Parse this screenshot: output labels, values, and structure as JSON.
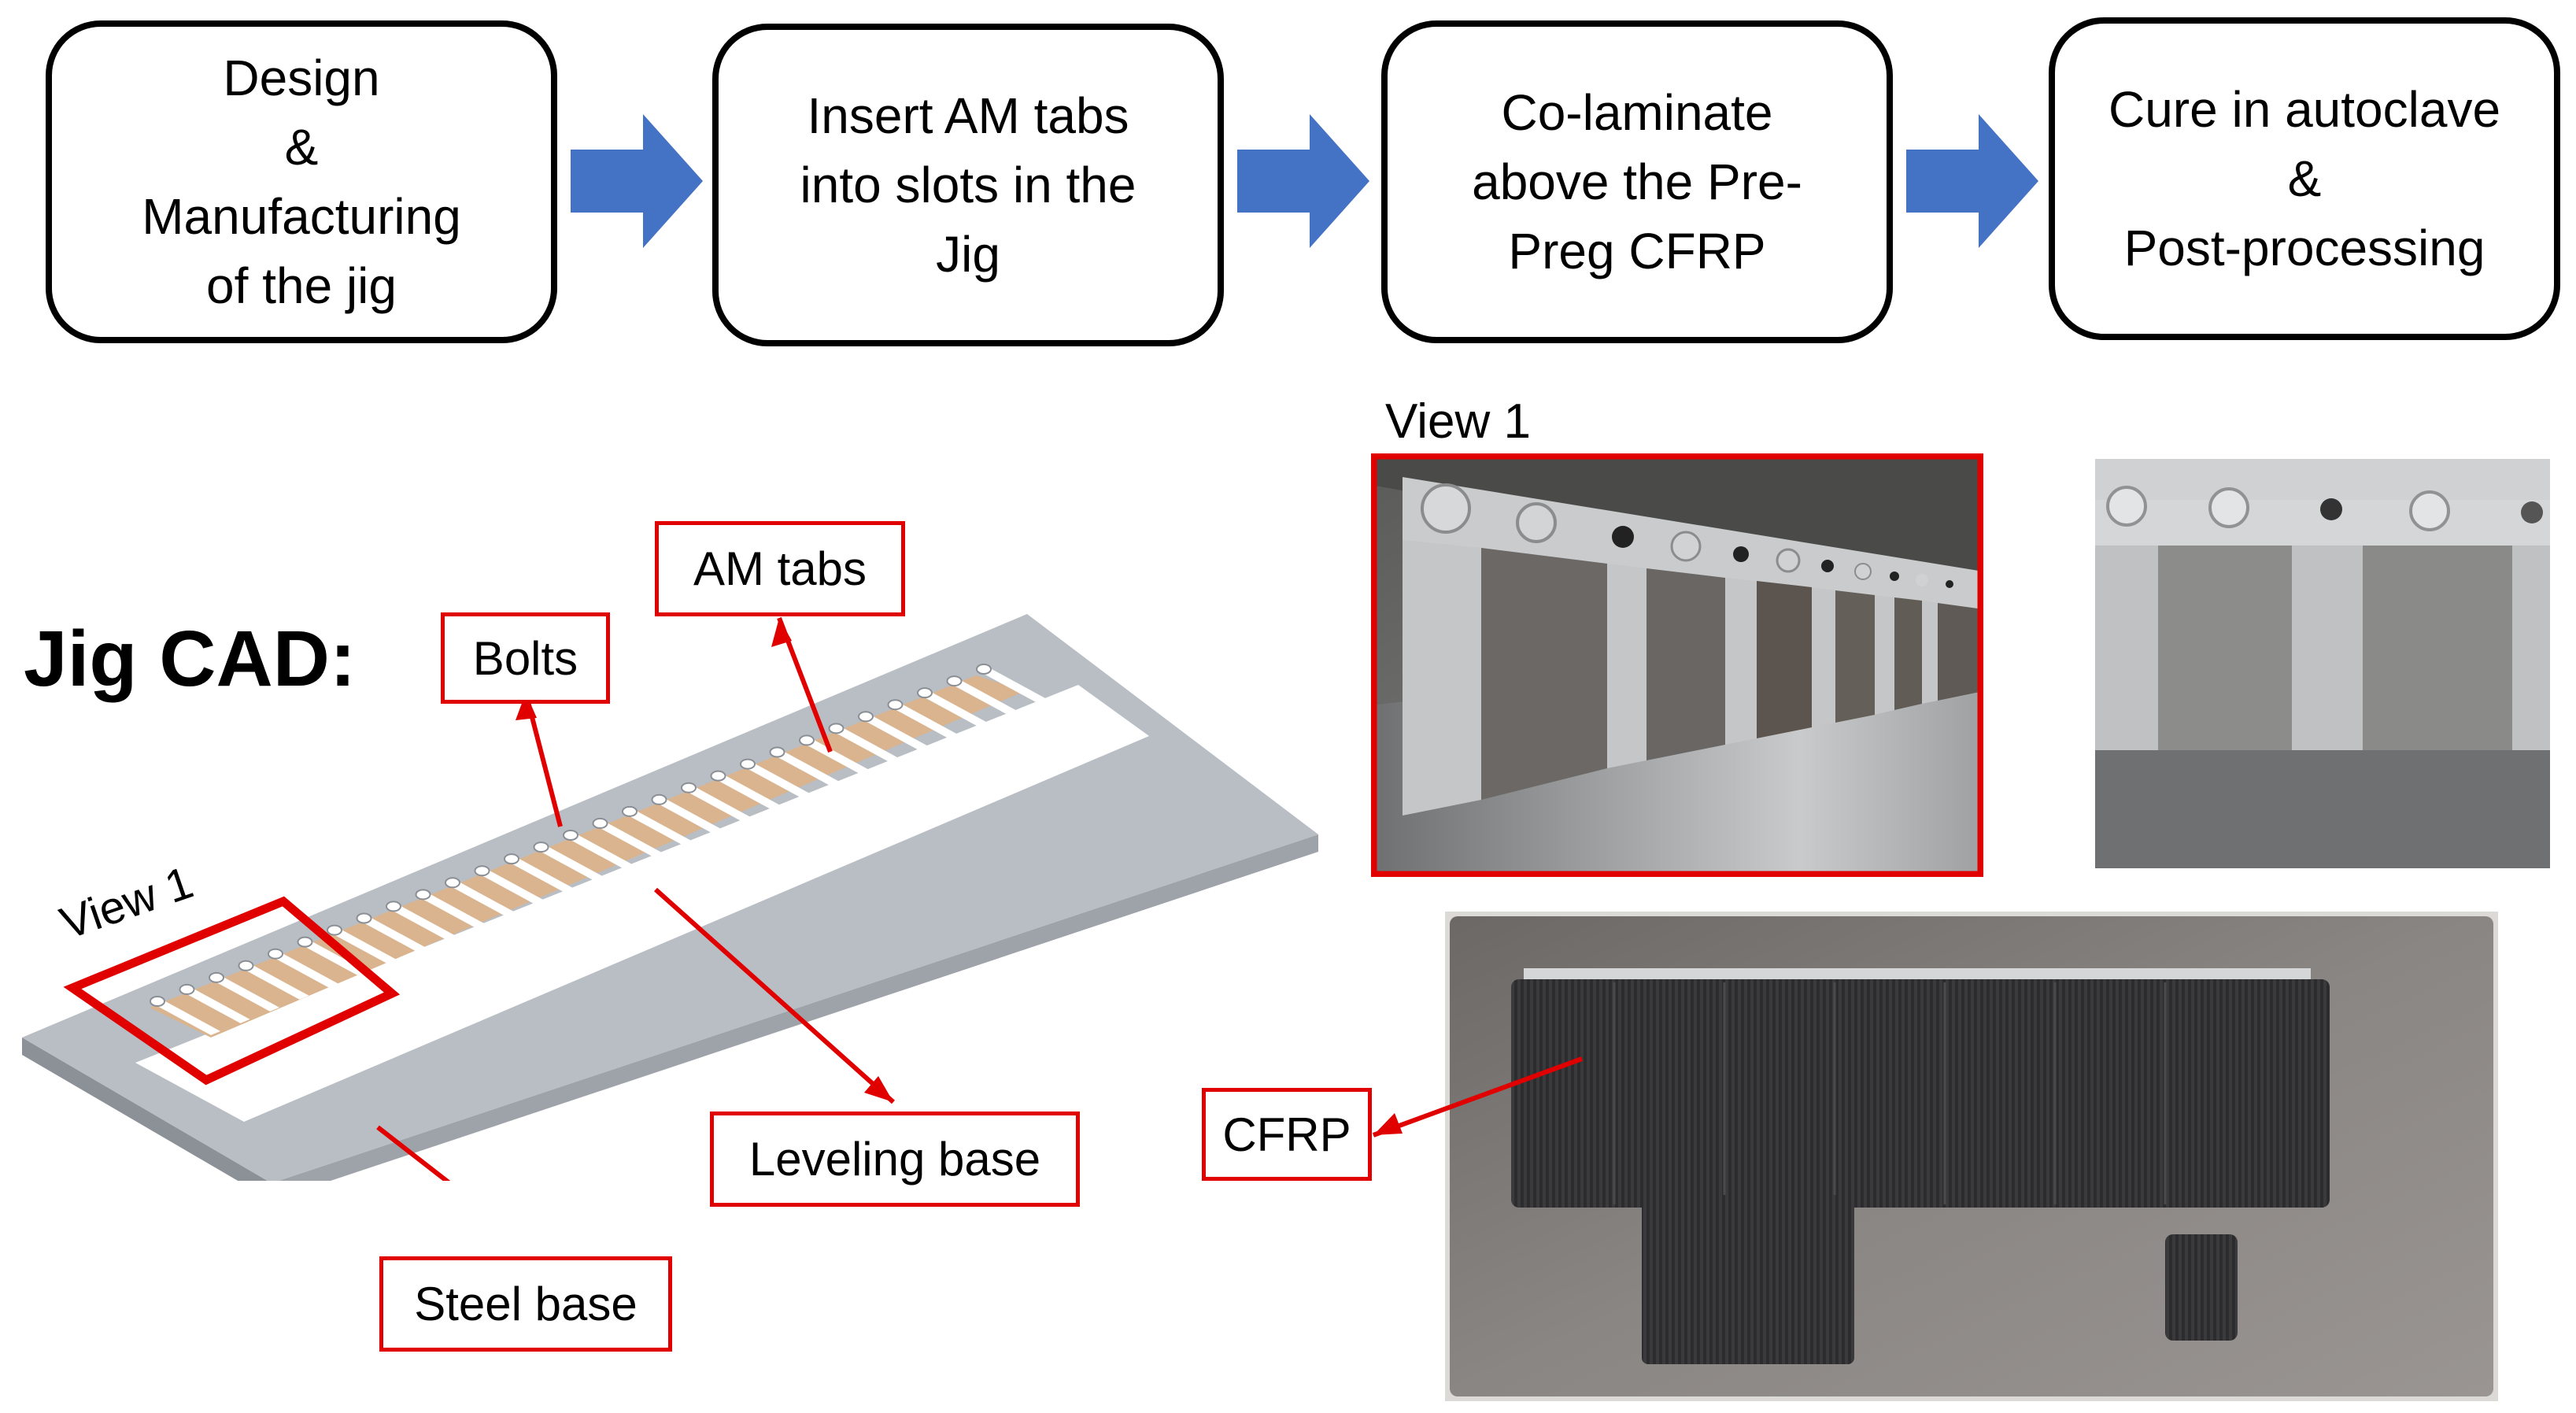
{
  "flow": {
    "steps": [
      {
        "lines": [
          "Design",
          "&",
          "Manufacturing",
          "of the jig"
        ]
      },
      {
        "lines": [
          "Insert AM tabs",
          "into slots in the",
          "Jig"
        ]
      },
      {
        "lines": [
          "Co-laminate",
          "above the Pre-",
          "Preg CFRP"
        ]
      },
      {
        "lines": [
          "Cure in autoclave",
          "&",
          "Post-processing"
        ]
      }
    ]
  },
  "cad": {
    "title": "Jig CAD:",
    "view_label": "View 1",
    "labels": {
      "bolts": "Bolts",
      "am_tabs": "AM tabs",
      "leveling_base": "Leveling base",
      "steel_base": "Steel base"
    }
  },
  "photos": {
    "view_label": "View 1",
    "cfrp_label": "CFRP"
  },
  "colors": {
    "arrow_blue": "#4472c4",
    "annotation_red": "#e00000",
    "steel_gray": "#b9bec4",
    "tab_tan": "#d9b48e"
  }
}
